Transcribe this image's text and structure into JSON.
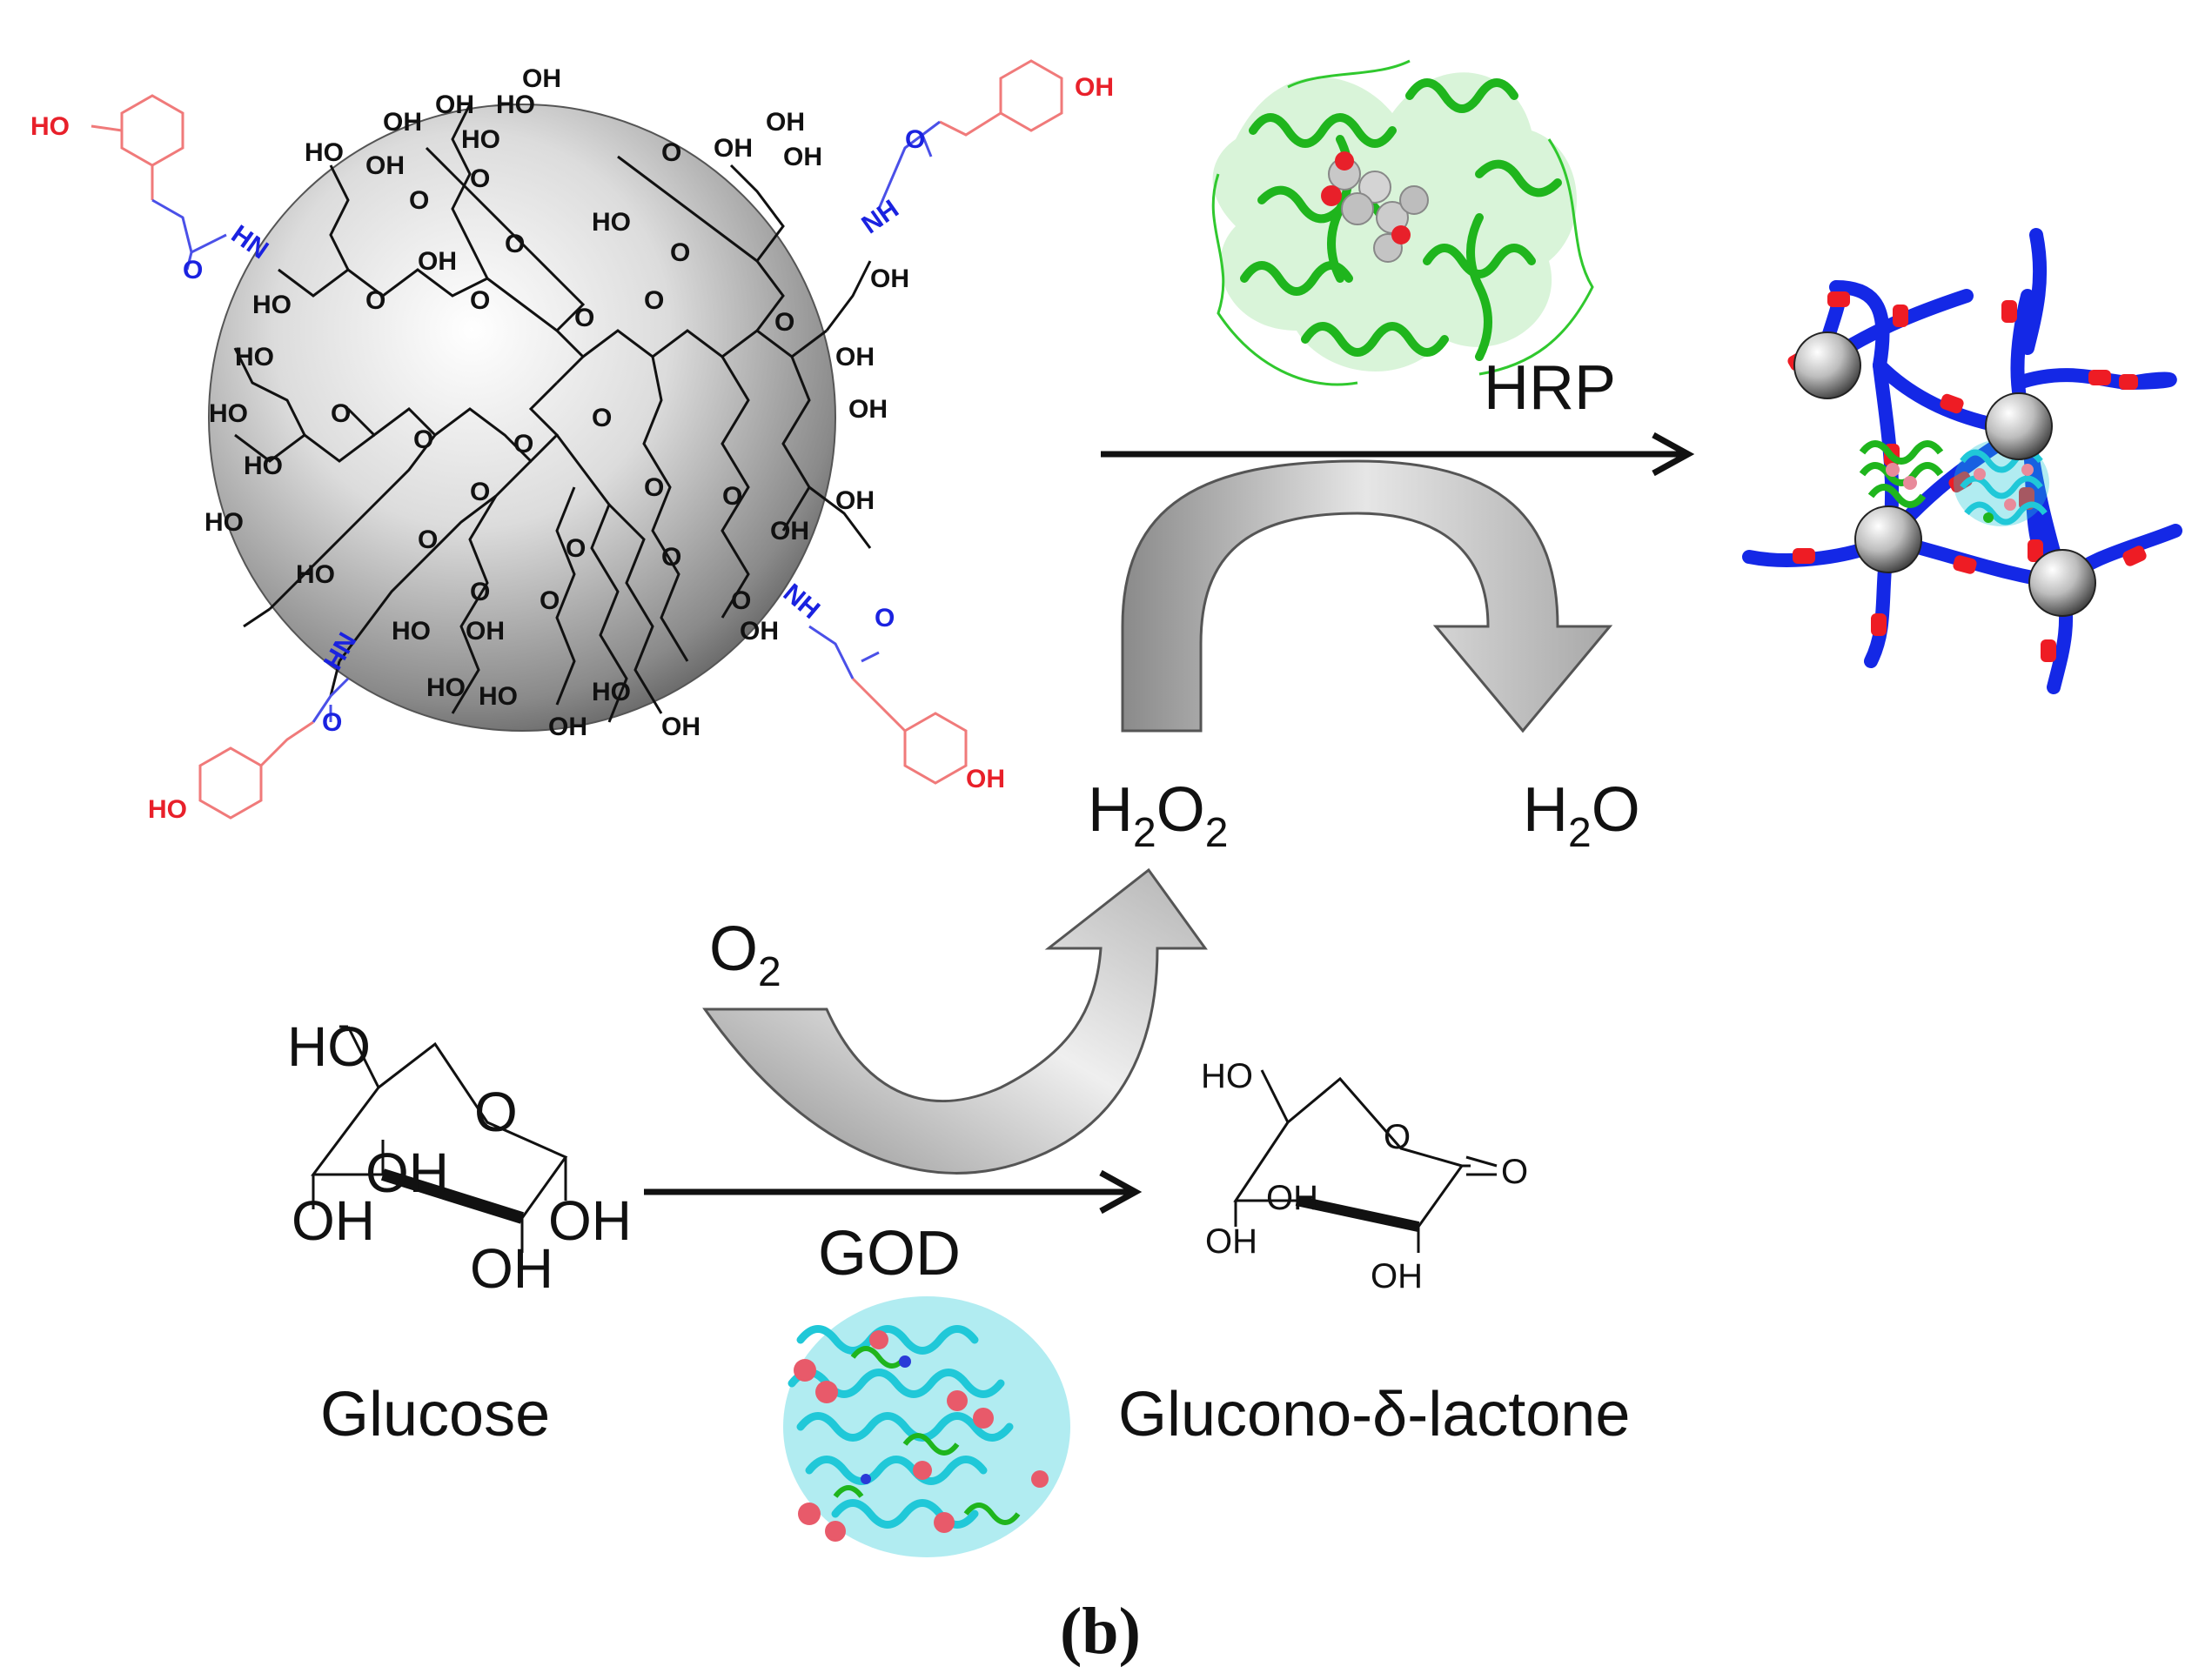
{
  "labels": {
    "hrp": "HRP",
    "god": "GOD",
    "h2o2_main": "H",
    "h2o2_sub1": "2",
    "h2o2_o": "O",
    "h2o2_sub2": "2",
    "h2o_main": "H",
    "h2o_sub": "2",
    "h2o_o": "O",
    "o2_main": "O",
    "o2_sub": "2",
    "glucose": "Glucose",
    "gluconolactone": "Glucono-δ-lactone",
    "caption": "(b)"
  },
  "molecule": {
    "oh": "OH",
    "ho": "HO",
    "o": "O",
    "nh": "NH",
    "hn": "HN",
    "carbonyl_o": "O"
  },
  "colors": {
    "sphere_light": "#ffffff",
    "sphere_dark": "#6b6b6b",
    "phenol_red": "#e8202a",
    "amide_blue": "#1a22e0",
    "network_blue": "#1428e6",
    "network_red": "#ee1c24",
    "hrp_green": "#22c21e",
    "god_cyan": "#20c8d8",
    "arrow_gray": "#bdbdbd"
  }
}
